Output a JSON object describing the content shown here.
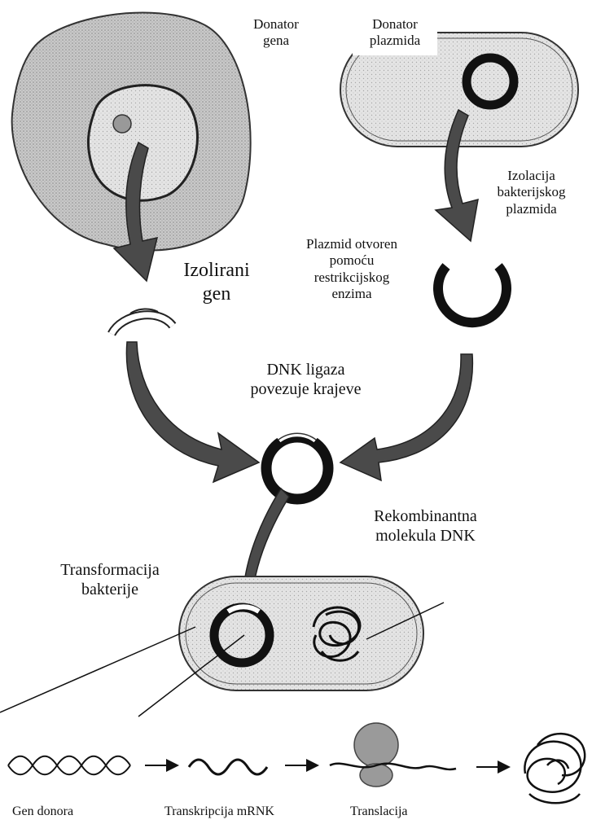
{
  "labels": {
    "gene_donor": [
      "Donator",
      "gena"
    ],
    "plasmid_donor": [
      "Donator",
      "plazmida"
    ],
    "isolation": [
      "Izolacija",
      "bakterijskog",
      "plazmida"
    ],
    "plasmid_opened": [
      "Plazmid otvoren",
      "pomoću",
      "restrikcijskog",
      "enzima"
    ],
    "isolated_gene": [
      "Izolirani",
      "gen"
    ],
    "ligase": [
      "DNK ligaza",
      "povezuje krajeve"
    ],
    "recombinant": [
      "Rekombinantna",
      "molekula DNK"
    ],
    "transformation": [
      "Transformacija",
      "bakterije"
    ]
  },
  "bottom": {
    "gene_donor": "Gen donora",
    "transcription": "Transkripcija mRNK",
    "translation": "Translacija"
  }
}
